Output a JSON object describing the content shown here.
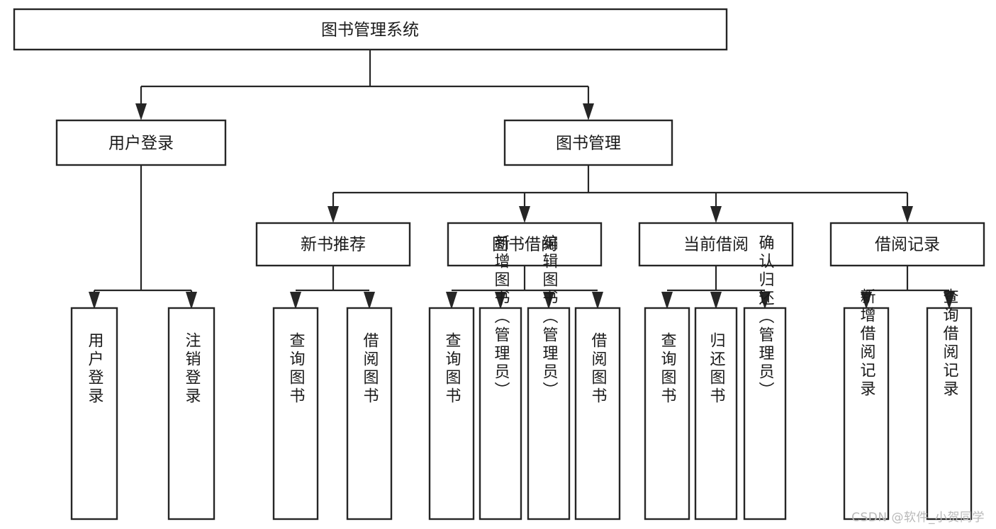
{
  "diagram": {
    "type": "tree-hierarchy",
    "orientation": "top-down",
    "title": "图书管理系统",
    "colors": {
      "box_stroke": "#262626",
      "box_fill": "#ffffff",
      "connector": "#262626",
      "text": "#1a1a1a",
      "background": "#ffffff",
      "watermark": "#b9b9b9"
    },
    "root": {
      "id": "root",
      "label": "图书管理系统",
      "orientation": "horizontal"
    },
    "level1": [
      {
        "id": "user-login",
        "label": "用户登录",
        "orientation": "horizontal"
      },
      {
        "id": "book-management",
        "label": "图书管理",
        "orientation": "horizontal"
      }
    ],
    "level2": [
      {
        "id": "new-book-recommend",
        "label": "新书推荐",
        "orientation": "horizontal",
        "parent": "book-management"
      },
      {
        "id": "book-borrow",
        "label": "图书借阅",
        "orientation": "horizontal",
        "parent": "book-management"
      },
      {
        "id": "current-borrow",
        "label": "当前借阅",
        "orientation": "horizontal",
        "parent": "book-management"
      },
      {
        "id": "borrow-record",
        "label": "借阅记录",
        "orientation": "horizontal",
        "parent": "book-management"
      }
    ],
    "leaves": [
      {
        "id": "leaf-user-login",
        "label": "用户登录",
        "orientation": "vertical",
        "parent": "user-login"
      },
      {
        "id": "leaf-user-logout",
        "label": "注销登录",
        "orientation": "vertical",
        "parent": "user-login"
      },
      {
        "id": "leaf-query-book-1",
        "label": "查询图书",
        "orientation": "vertical",
        "parent": "new-book-recommend"
      },
      {
        "id": "leaf-borrow-book-1",
        "label": "借阅图书",
        "orientation": "vertical",
        "parent": "new-book-recommend"
      },
      {
        "id": "leaf-query-book-2",
        "label": "查询图书",
        "orientation": "vertical",
        "parent": "book-borrow"
      },
      {
        "id": "leaf-add-book",
        "label": "新增图书（管理员）",
        "orientation": "vertical",
        "parent": "book-borrow"
      },
      {
        "id": "leaf-edit-book",
        "label": "编辑图书（管理员）",
        "orientation": "vertical",
        "parent": "book-borrow"
      },
      {
        "id": "leaf-borrow-book-2",
        "label": "借阅图书",
        "orientation": "vertical",
        "parent": "book-borrow"
      },
      {
        "id": "leaf-query-book-3",
        "label": "查询图书",
        "orientation": "vertical",
        "parent": "current-borrow"
      },
      {
        "id": "leaf-return-book",
        "label": "归还图书",
        "orientation": "vertical",
        "parent": "current-borrow"
      },
      {
        "id": "leaf-confirm-return",
        "label": "确认归还（管理员）",
        "orientation": "vertical",
        "parent": "current-borrow"
      },
      {
        "id": "leaf-add-record",
        "label": "新增借阅记录",
        "orientation": "vertical",
        "parent": "borrow-record"
      },
      {
        "id": "leaf-query-record",
        "label": "查询借阅记录",
        "orientation": "vertical",
        "parent": "borrow-record"
      }
    ]
  },
  "watermark": {
    "text": "CSDN @软件_小贺同学"
  }
}
